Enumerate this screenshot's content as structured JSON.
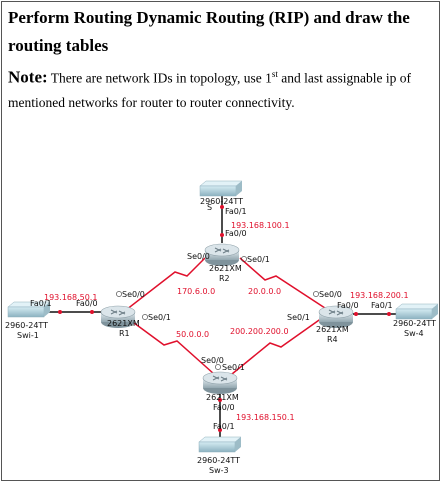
{
  "title": "Perform Routing Dynamic Routing (RIP) and draw the routing tables",
  "note": {
    "label": "Note:",
    "text_before_first": " There are network IDs in topology, use 1",
    "st": "st",
    "text_mid": " and last assignable ip of mentioned networks for router to router connectivity."
  },
  "devices": {
    "switch_top": {
      "model": "2960-24TT",
      "label_partial": "S"
    },
    "router_r2": {
      "model": "2621XM",
      "name": "R2"
    },
    "router_r1": {
      "model": "2621XM",
      "name": "R1"
    },
    "router_r4": {
      "model": "2621XM",
      "name": "R4"
    },
    "router_r3": {
      "model": "2621XM"
    },
    "switch_1": {
      "model": "2960-24TT",
      "name": "Swi-1"
    },
    "switch_4": {
      "model": "2960-24TT",
      "name": "Sw-4"
    },
    "switch_3": {
      "model": "2960-24TT",
      "name": "Sw-3"
    }
  },
  "interfaces": {
    "top_sw_fa": "Fa0/1",
    "r2_fa": "Fa0/0",
    "r2_se0": "Se0/0",
    "r2_se1": "Se0/1",
    "r1_se0": "Se0/0",
    "r1_se1": "Se0/1",
    "r1_fa": "Fa0/0",
    "sw1_fa": "Fa0/1",
    "r4_se0": "Se0/0",
    "r4_se1": "Se0/1",
    "r4_fa": "Fa0/0",
    "sw4_fa": "Fa0/1",
    "r3_se0": "Se0/0",
    "r3_se1": "Se0/1",
    "r3_fa": "Fa0/0",
    "sw3_fa": "Fa0/1"
  },
  "networks": {
    "top": "193.168.100.1",
    "left": "193.168.50.1",
    "right": "193.168.200.1",
    "bottom": "193.168.150.1",
    "r1_r2": "170.6.0.0",
    "r2_r4": "20.0.0.0",
    "r1_r3": "50.0.0.0",
    "r3_r4": "200.200.200.0"
  },
  "colors": {
    "network_text": "#e0102c",
    "serial_link": "#e0102c",
    "ethernet_link": "#111111"
  }
}
